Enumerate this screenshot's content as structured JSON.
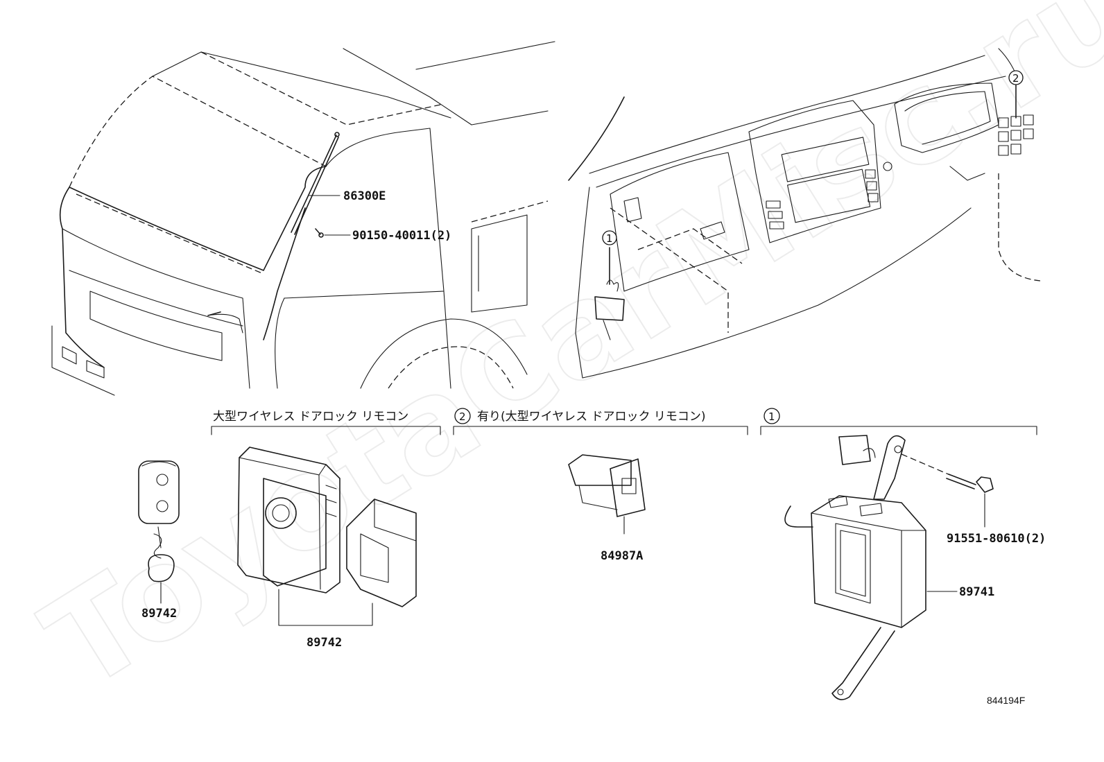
{
  "watermark": "ToyotaCarMisc.ru",
  "diagram_id": "844194F",
  "part_numbers": {
    "antenna": "86300E",
    "antenna_screw": "90150-40011(2)",
    "transmitter_left": "89742",
    "receiver_cover_group": "89742",
    "switch": "84987A",
    "bolt": "91551-80610(2)",
    "ecu": "89741"
  },
  "callouts": {
    "c1": "1",
    "c2": "2"
  },
  "group_headers": {
    "wireless_lock": "大型ワイヤレス ドアロック リモコン",
    "with_wireless": "有り(大型ワイヤレス ドアロック リモコン)"
  }
}
